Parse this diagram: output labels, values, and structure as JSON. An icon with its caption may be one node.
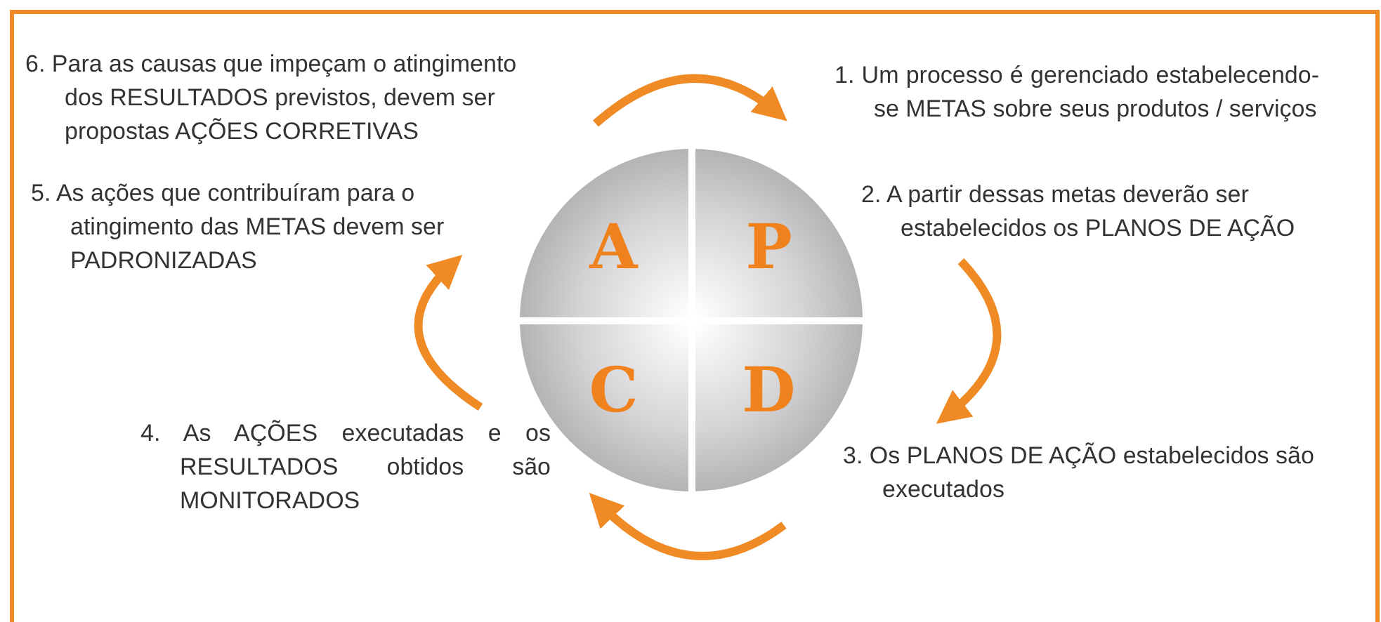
{
  "diagram": {
    "nodes": [
      {
        "text": [],
        "shape": "circle"
      },
      {
        "text": [
          "A"
        ],
        "in": 0
      },
      {
        "text": [
          "P"
        ],
        "in": 0
      },
      {
        "text": [
          "C"
        ],
        "in": 0
      },
      {
        "text": [
          "D"
        ],
        "in": 0
      }
    ],
    "labels": [
      "6. Para as causas que impeçam o atingimento dos RESULTADOS previstos, devem ser propostas AÇÕES CORRETIVAS",
      "1. Um processo é gerenciado estabelecendo-se METAS sobre seus produtos / serviços",
      "5. As ações que contribuíram para o atingimento das METAS devem ser PADRONIZADAS",
      "2. A partir dessas metas deverão ser estabelecidos os PLANOS DE AÇÃO",
      "4. As AÇÕES executadas e os RESULTADOS obtidos são MONITORADOS",
      "3. Os PLANOS DE AÇÃO estabelecidos são executados"
    ]
  }
}
